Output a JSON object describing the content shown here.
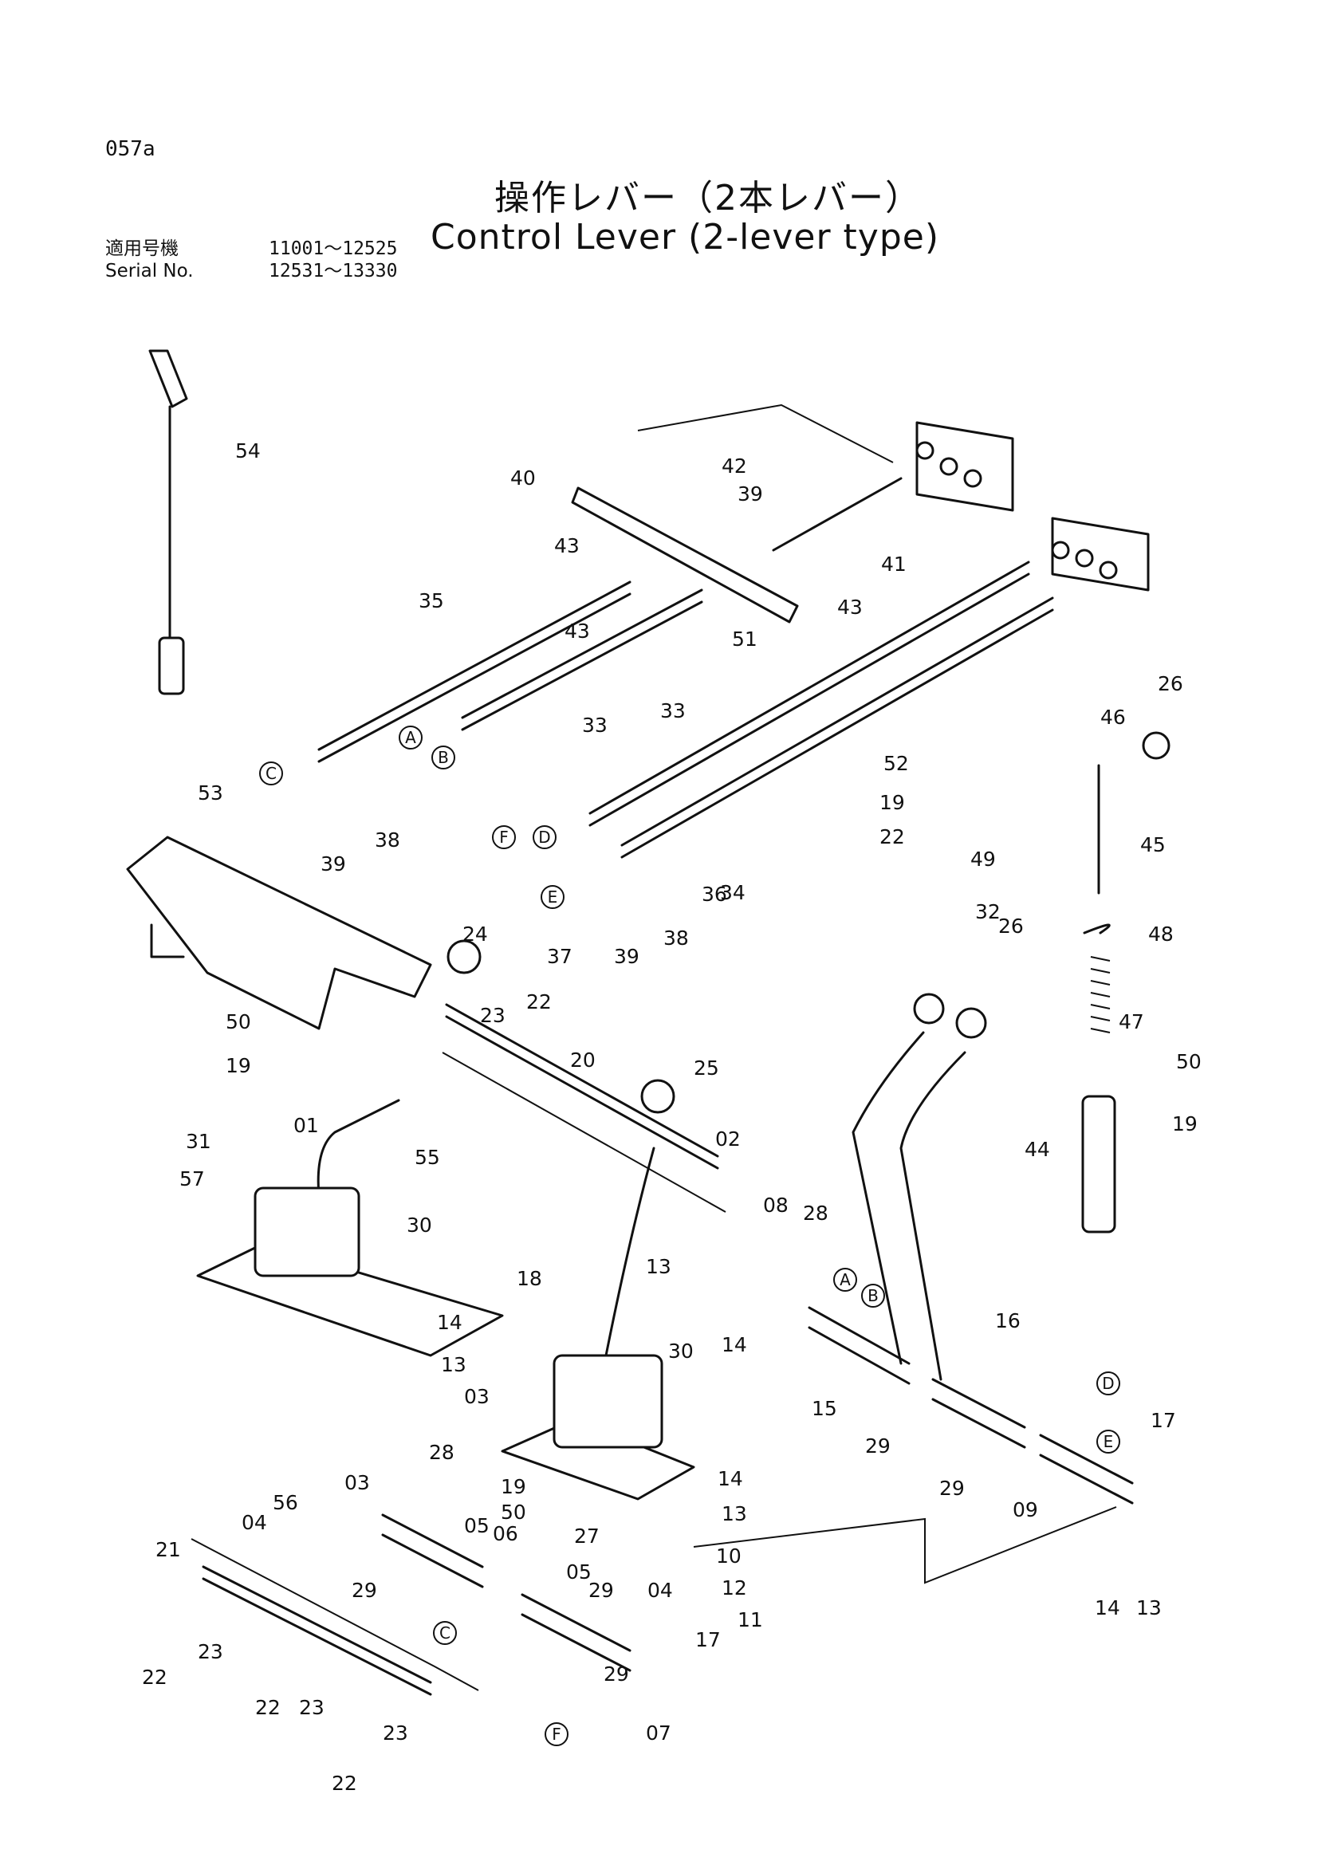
{
  "page_code": "057a",
  "title_jp": "操作レバー（2本レバー）",
  "title_en": "Control Lever (2-lever type)",
  "serial": {
    "label_jp": "適用号機",
    "label_en": "Serial No.",
    "range_1": "11001～12525",
    "range_2": "12531～13330"
  },
  "part_labels": [
    "54",
    "40",
    "42",
    "39",
    "43",
    "41",
    "43",
    "35",
    "43",
    "33",
    "51",
    "33",
    "26",
    "46",
    "52",
    "19",
    "22",
    "53",
    "38",
    "39",
    "34",
    "36",
    "45",
    "49",
    "32",
    "48",
    "37",
    "39",
    "38",
    "24",
    "26",
    "22",
    "23",
    "20",
    "50",
    "19",
    "47",
    "25",
    "50",
    "19",
    "55",
    "31",
    "57",
    "01",
    "02",
    "44",
    "30",
    "08",
    "28",
    "13",
    "18",
    "14",
    "14",
    "13",
    "30",
    "16",
    "15",
    "03",
    "03",
    "28",
    "29",
    "29",
    "17",
    "14",
    "19",
    "50",
    "27",
    "13",
    "09",
    "10",
    "56",
    "05",
    "04",
    "06",
    "21",
    "29",
    "05",
    "12",
    "04",
    "11",
    "23",
    "22",
    "29",
    "14",
    "13",
    "17",
    "22",
    "23",
    "23",
    "22",
    "29",
    "07"
  ],
  "ref_markers": [
    "A",
    "B",
    "C",
    "F",
    "D",
    "E",
    "A",
    "B",
    "D",
    "E",
    "C",
    "F"
  ]
}
